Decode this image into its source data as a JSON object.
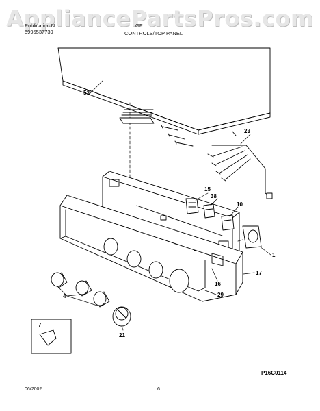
{
  "watermark": "AppliancePartsPros.com",
  "header": {
    "pub_label": "Publication N",
    "pub_number": "5995537739",
    "model": "GF",
    "section_title": "CONTROLS/TOP PANEL"
  },
  "callouts": [
    {
      "id": "53",
      "label": "53"
    },
    {
      "id": "23",
      "label": "23"
    },
    {
      "id": "15",
      "label": "15"
    },
    {
      "id": "38",
      "label": "38"
    },
    {
      "id": "10",
      "label": "10"
    },
    {
      "id": "1",
      "label": "1"
    },
    {
      "id": "16",
      "label": "16"
    },
    {
      "id": "17",
      "label": "17"
    },
    {
      "id": "29",
      "label": "29"
    },
    {
      "id": "4",
      "label": "4"
    },
    {
      "id": "7",
      "label": "7"
    },
    {
      "id": "21",
      "label": "21"
    }
  ],
  "diagram_code": "P16C0114",
  "footer": {
    "date": "06/2002",
    "page": "6"
  }
}
